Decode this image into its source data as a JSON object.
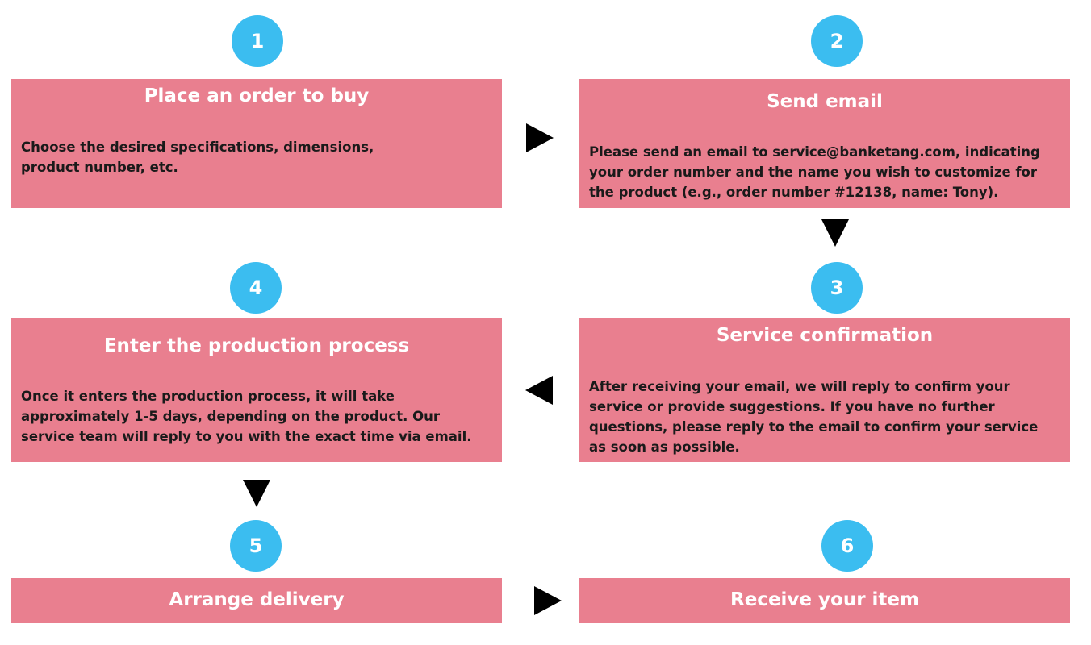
{
  "colors": {
    "badge": "#3bbdf0",
    "box": "#e97f8f",
    "arrow": "#000000"
  },
  "steps": [
    {
      "number": "1",
      "title": "Place an order to buy",
      "body_lines": [
        "Choose the desired specifications, dimensions,",
        "product number, etc."
      ]
    },
    {
      "number": "2",
      "title": "Send email",
      "body_lines": [
        "Please send an email to service@banketang.com, indicating",
        "your order number and the name you wish to customize for",
        "the product (e.g., order number #12138, name: Tony)."
      ]
    },
    {
      "number": "3",
      "title": "Service confirmation",
      "body_lines": [
        "After receiving your email, we will reply to confirm your",
        "service or provide suggestions. If you have no further",
        "questions, please reply to the email to confirm your service",
        "as soon as possible."
      ]
    },
    {
      "number": "4",
      "title": "Enter the production process",
      "body_lines": [
        "Once it enters the production process, it will take",
        "approximately 1-5 days, depending on the product. Our",
        "service team will reply to you with the exact time via email."
      ]
    },
    {
      "number": "5",
      "title": "Arrange delivery",
      "body_lines": []
    },
    {
      "number": "6",
      "title": "Receive your item",
      "body_lines": []
    }
  ],
  "connectors": [
    {
      "from": "1",
      "to": "2",
      "direction": "right"
    },
    {
      "from": "2",
      "to": "3",
      "direction": "down"
    },
    {
      "from": "3",
      "to": "4",
      "direction": "left"
    },
    {
      "from": "4",
      "to": "5",
      "direction": "down"
    },
    {
      "from": "5",
      "to": "6",
      "direction": "right"
    }
  ]
}
